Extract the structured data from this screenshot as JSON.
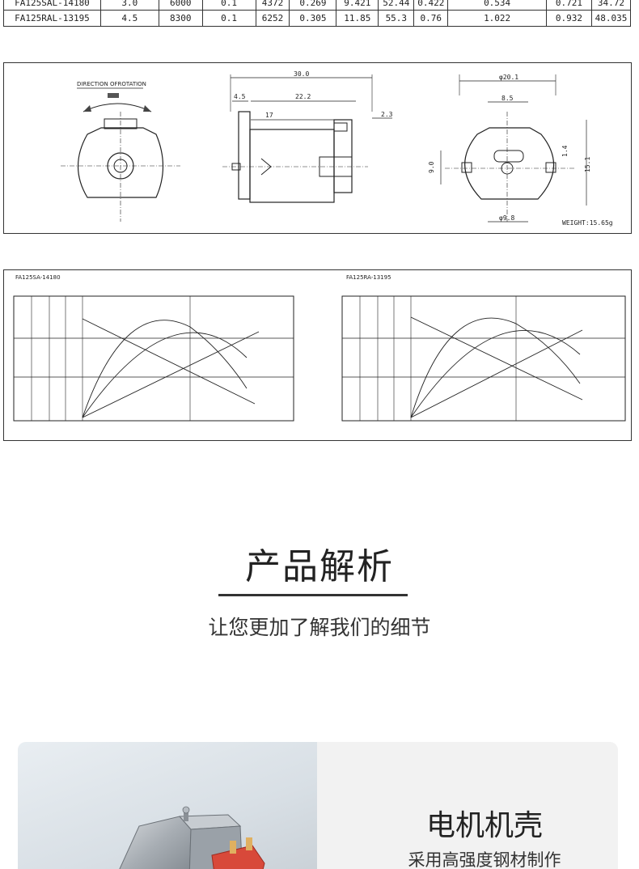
{
  "spec_table": {
    "rows": [
      {
        "model": "FA125SAL-14180",
        "c1": "3.0",
        "c2": "6000",
        "c3": "0.1",
        "c4": "4372",
        "c5": "0.269",
        "c6": "9.421",
        "c7": "52.44",
        "c8": "0.422",
        "c9": "0.534",
        "c10": "0.721",
        "c11": "34.72"
      },
      {
        "model": "FA125RAL-13195",
        "c1": "4.5",
        "c2": "8300",
        "c3": "0.1",
        "c4": "6252",
        "c5": "0.305",
        "c6": "11.85",
        "c7": "55.3",
        "c8": "0.76",
        "c9": "1.022",
        "c10": "0.932",
        "c11": "48.035"
      }
    ]
  },
  "drawing": {
    "rotation_label": "DIRECTION OFROTATION",
    "dims": {
      "length": "30.0",
      "d1": "4.5",
      "d2": "22.2",
      "d3": "17",
      "d4": "2.3",
      "width": "φ20.1",
      "inner": "8.5",
      "height": "15.1",
      "side": "9.0",
      "shaft": "1.4",
      "boss": "φ9.8"
    },
    "weight": "WEIGHT:15.65g"
  },
  "curves": {
    "left_title": "FA125SA-14180",
    "right_title": "FA125RA-13195"
  },
  "section": {
    "title": "产品解析",
    "subtitle": "让您更加了解我们的细节"
  },
  "feature": {
    "title": "电机机壳",
    "desc": "采用高强度钢材制作"
  }
}
